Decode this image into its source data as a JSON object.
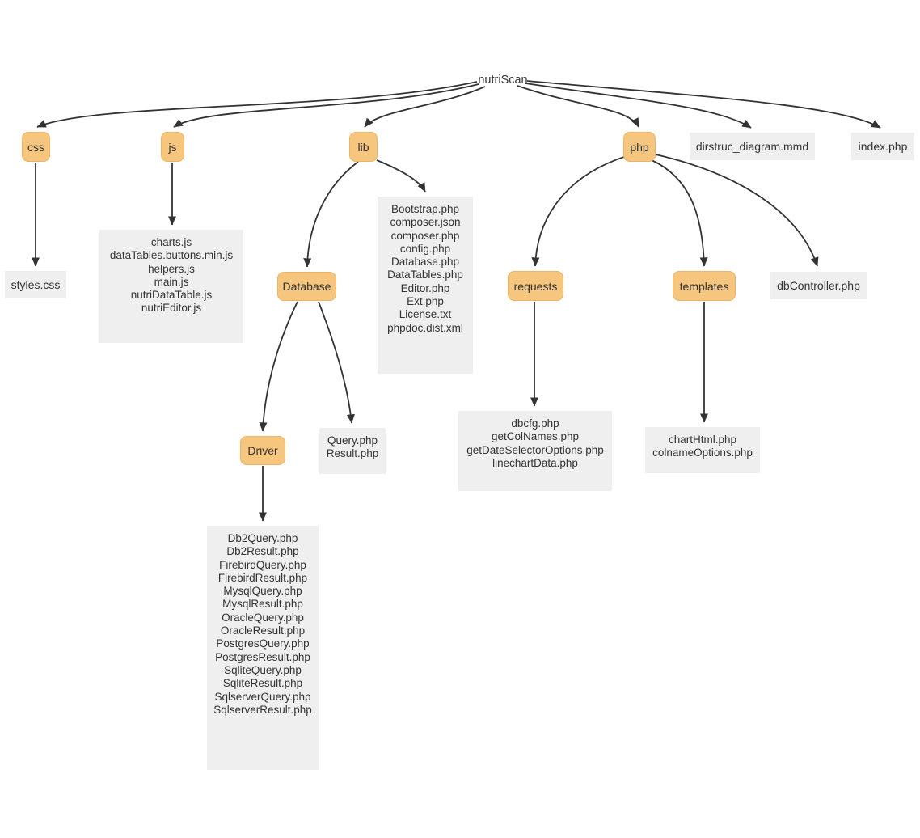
{
  "nodes": {
    "root": "nutriScan",
    "css": "css",
    "js": "js",
    "lib": "lib",
    "php": "php",
    "dirstruc_diagram": "dirstruc_diagram.mmd",
    "index_php": "index.php",
    "styles_css": "styles.css",
    "database": "Database",
    "driver": "Driver",
    "requests": "requests",
    "templates": "templates",
    "db_controller": "dbController.php"
  },
  "file_lists": {
    "js": [
      "charts.js",
      "dataTables.buttons.min.js",
      "helpers.js",
      "main.js",
      "nutriDataTable.js",
      "nutriEditor.js"
    ],
    "lib": [
      "Bootstrap.php",
      "composer.json",
      "composer.php",
      "config.php",
      "Database.php",
      "DataTables.php",
      "Editor.php",
      "Ext.php",
      "License.txt",
      "phpdoc.dist.xml"
    ],
    "database": [
      "Query.php",
      "Result.php"
    ],
    "driver": [
      "Db2Query.php",
      "Db2Result.php",
      "FirebirdQuery.php",
      "FirebirdResult.php",
      "MysqlQuery.php",
      "MysqlResult.php",
      "OracleQuery.php",
      "OracleResult.php",
      "PostgresQuery.php",
      "PostgresResult.php",
      "SqliteQuery.php",
      "SqliteResult.php",
      "SqlserverQuery.php",
      "SqlserverResult.php"
    ],
    "requests": [
      "dbcfg.php",
      "getColNames.php",
      "getDateSelectorOptions.php",
      "linechartData.php"
    ],
    "templates": [
      "chartHtml.php",
      "colnameOptions.php"
    ]
  },
  "colors": {
    "folder_fill": "#F6C67F",
    "folder_stroke": "#ECB566",
    "file_fill": "#EFEFEF",
    "line": "#333333",
    "text": "#333333",
    "background": "#FFFFFF"
  }
}
